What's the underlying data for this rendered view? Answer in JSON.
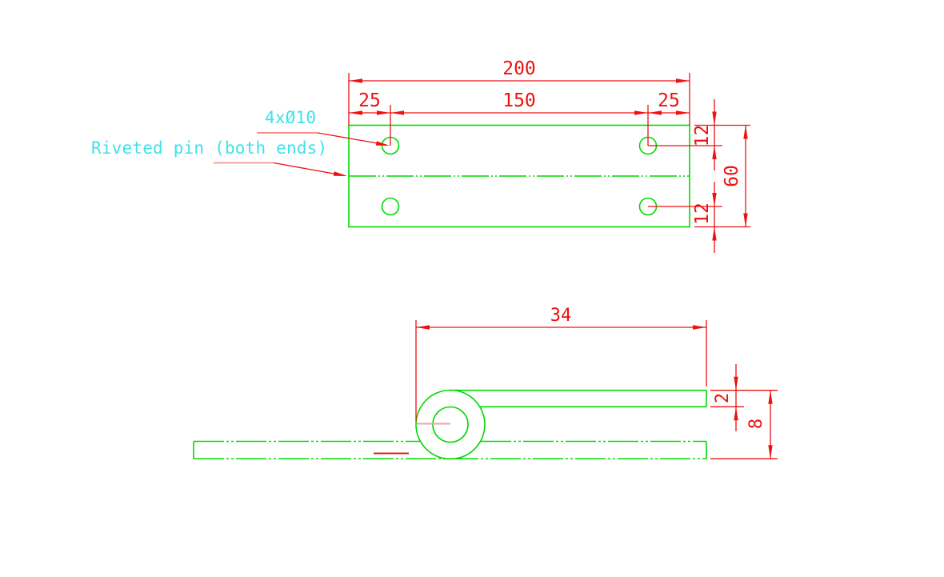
{
  "colors": {
    "background": "#ffffff",
    "outline": "#00d900",
    "dimension": "#ee1111",
    "leader_light": "#f2a0a0",
    "leader_mid": "#ef6b6b",
    "mark": "#dd2222",
    "label": "#3fe1eb"
  },
  "annotations": {
    "hole_callout": "4xØ10",
    "pin_note": "Riveted pin (both ends)"
  },
  "top_view": {
    "dims": {
      "overall_width": "200",
      "left_hole_offset": "25",
      "hole_spacing": "150",
      "right_hole_offset": "25",
      "hole_row_top_offset": "12",
      "overall_height": "60",
      "hole_row_bottom_offset": "12"
    }
  },
  "side_view": {
    "dims": {
      "leaf_length": "34",
      "leaf_thickness": "2",
      "overall_thickness": "8"
    }
  }
}
